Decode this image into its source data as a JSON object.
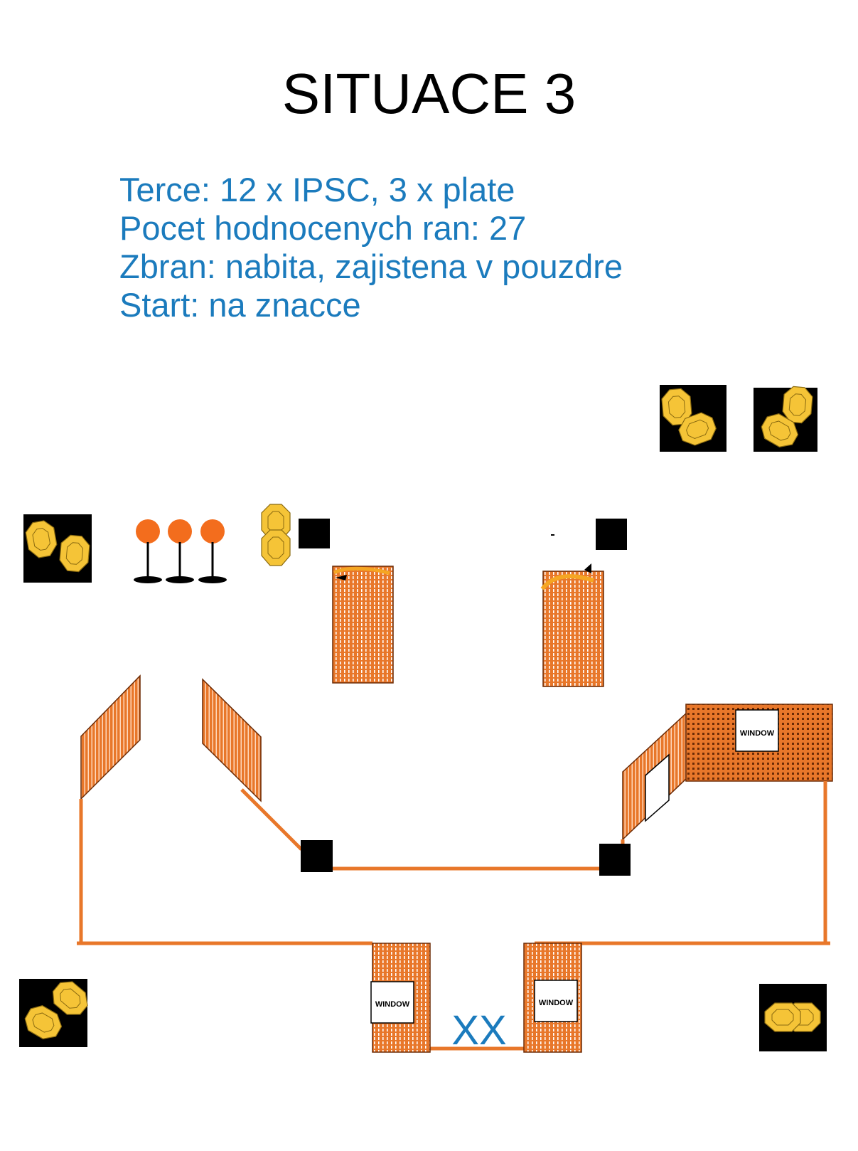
{
  "title": "SITUACE 3",
  "info": {
    "line1": "Terce: 12 x IPSC, 3 x plate",
    "line2": "Pocet hodnocenych ran: 27",
    "line3": "Zbran: nabita, zajistena v pouzdre",
    "line4": "Start: na znacce"
  },
  "labels": {
    "window": "WINDOW",
    "start_mark": "XX"
  },
  "colors": {
    "wall": "#e8772a",
    "target": "#f5c437",
    "plate": "#f36d1d",
    "info_text": "#1b7bbd",
    "block": "#000000"
  }
}
